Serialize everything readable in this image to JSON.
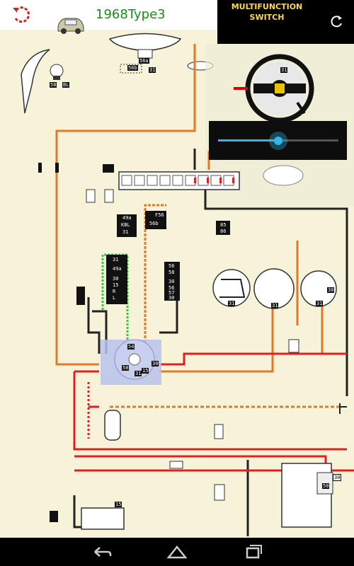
{
  "header": {
    "title": "1968Type3",
    "reset_icon": "rotate-ccw-icon",
    "car_icon": "car-icon"
  },
  "multifunction": {
    "title_line1": "MULTIFUNCTION",
    "title_line2": "SWITCH",
    "refresh_icon": "refresh-icon",
    "slider_value": 0.5
  },
  "labels": {
    "l58": "58",
    "lBL": "BL",
    "l56b": "56b",
    "l56a": "56a",
    "l31a": "31",
    "l31b": "31",
    "c49a": "49a",
    "cKBL": "KBL",
    "c31": "31",
    "cF56": "F56",
    "c56b": "56b",
    "r85": "85",
    "r86": "86",
    "s31": "31",
    "s49a": "49a",
    "s30": "30",
    "s15": "15",
    "sR": "R",
    "sL": "L",
    "t56": "56",
    "t58": "58",
    "t30": "30",
    "t56b": "56",
    "t57": "57",
    "t30b": "30",
    "i54": "54",
    "i50": "50",
    "i30": "30",
    "i15": "15",
    "i31": "31",
    "g31a": "31",
    "g31b": "31",
    "g30": "30",
    "g31c": "31",
    "b15": "15",
    "st50": "50",
    "st30": "30"
  },
  "colors": {
    "background": "#f7f3d8",
    "title": "#1d8a1d",
    "accent": "#33b5e5",
    "mf_title": "#ffd84a",
    "wire_orange": "#e07a2a",
    "wire_red": "#e02020",
    "wire_black": "#222222",
    "wire_green": "#2ecc40"
  },
  "nav": {
    "back_icon": "back-icon",
    "home_icon": "home-icon",
    "recents_icon": "recents-icon"
  }
}
